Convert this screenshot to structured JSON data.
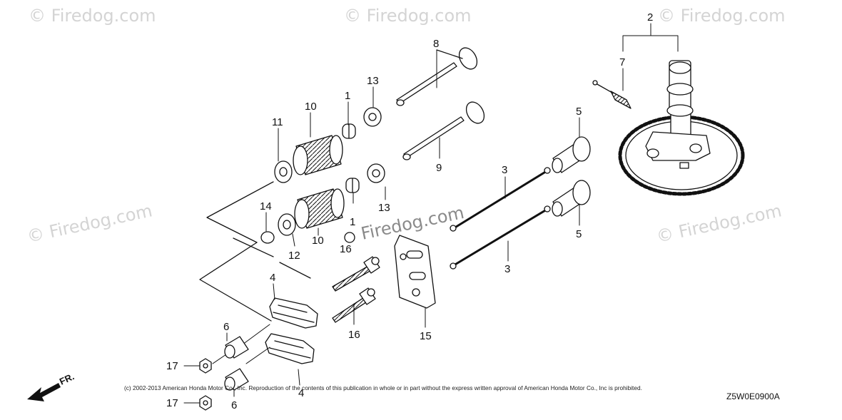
{
  "watermark": {
    "text": "© Firedog.com",
    "center_text": "Firedog.com"
  },
  "direction_label": "FR.",
  "callouts": {
    "n1a": "1",
    "n1b": "1",
    "n2": "2",
    "n3a": "3",
    "n3b": "3",
    "n4a": "4",
    "n4b": "4",
    "n5a": "5",
    "n5b": "5",
    "n6a": "6",
    "n6b": "6",
    "n7": "7",
    "n8": "8",
    "n9": "9",
    "n10a": "10",
    "n10b": "10",
    "n11": "11",
    "n12": "12",
    "n13a": "13",
    "n13b": "13",
    "n14": "14",
    "n15": "15",
    "n16a": "16",
    "n16b": "16",
    "n17a": "17",
    "n17b": "17"
  },
  "footer": {
    "copyright": "(c) 2002-2013 American Honda Motor Co., Inc. Reproduction of the contents of this publication in whole or in part without the express written approval of American Honda Motor Co., Inc is prohibited.",
    "diagram_code": "Z5W0E0900A"
  }
}
